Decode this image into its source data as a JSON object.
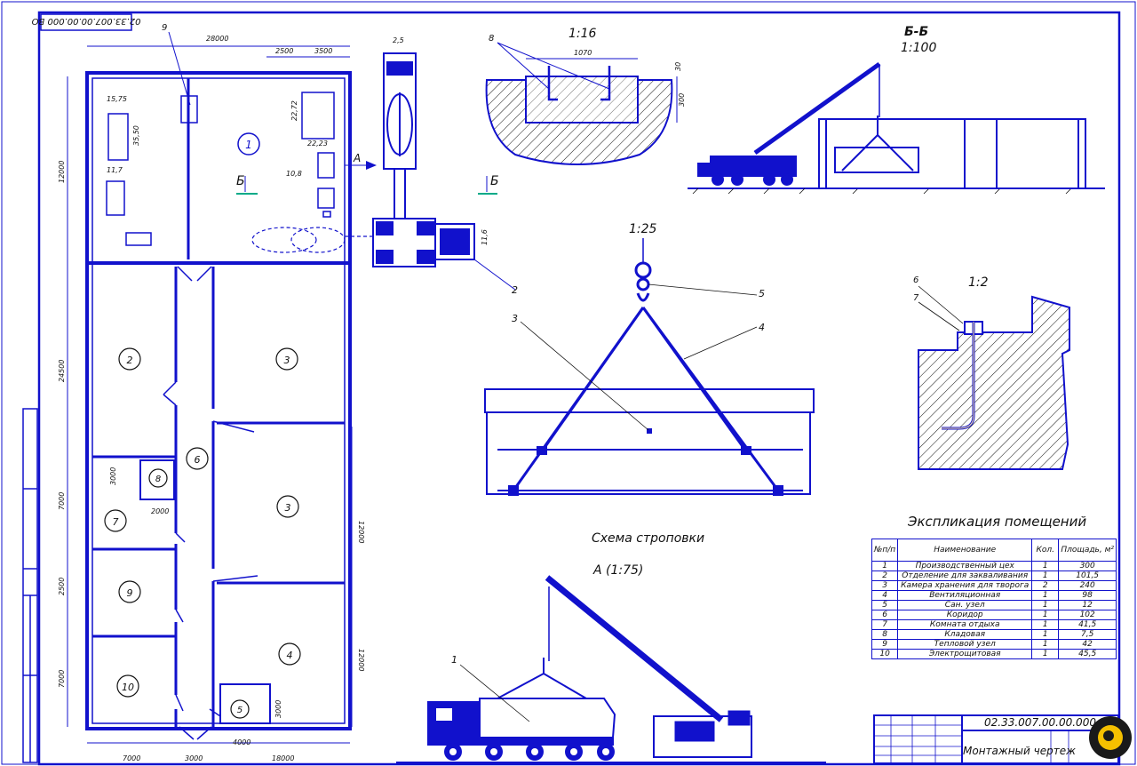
{
  "stamp": "02.33.007.00.00.000 ВО",
  "plan": {
    "dims": {
      "top_total": "28000",
      "top_a": "2500",
      "top_b": "3500",
      "left_total": "12000",
      "left_mid": "24500",
      "left_c": "7000",
      "left_d": "2500",
      "left_e": "7000",
      "bottom_a": "7000",
      "bottom_b": "3000",
      "bottom_c": "18000",
      "bottom_d": "4000",
      "right_a": "12000",
      "right_b": "12000",
      "room8_w": "3000",
      "room8_h": "2000",
      "room5_w": "3000",
      "equip_1": "15,75",
      "equip_2": "35,50",
      "equip_3": "11,7",
      "equip_4": "22,72",
      "equip_5": "22,23",
      "equip_6": "10,8",
      "crane_w": "2,5",
      "truck_w": "11,6"
    },
    "labels": {
      "section_left": "Б",
      "section_right": "Б",
      "view_a": "А"
    },
    "rooms": [
      "1",
      "2",
      "3",
      "4",
      "5",
      "6",
      "7",
      "8",
      "9",
      "10"
    ],
    "callout_9": "9",
    "callout_2": "2"
  },
  "detail_116": {
    "scale": "1:16",
    "callout": "8",
    "dim_w": "1070",
    "dim_h1": "30",
    "dim_h2": "300"
  },
  "section_bb": {
    "title": "Б-Б",
    "scale": "1:100"
  },
  "sling": {
    "scale": "1:25",
    "callout_3": "3",
    "callout_4": "4",
    "callout_5": "5",
    "caption": "Схема строповки"
  },
  "view_a": {
    "title": "А (1:75)",
    "callout_1": "1"
  },
  "detail_12": {
    "scale": "1:2",
    "callout_6": "6",
    "callout_7": "7"
  },
  "room_table": {
    "title": "Экспликация помещений",
    "headers": [
      "№п/п",
      "Наименование",
      "Кол.",
      "Площадь, м²"
    ],
    "rows": [
      [
        "1",
        "Производственный цех",
        "1",
        "300"
      ],
      [
        "2",
        "Отделение для закваливания",
        "1",
        "101,5"
      ],
      [
        "3",
        "Камера хранения для творога",
        "2",
        "240"
      ],
      [
        "4",
        "Вентиляционная",
        "1",
        "98"
      ],
      [
        "5",
        "Сан. узел",
        "1",
        "12"
      ],
      [
        "6",
        "Коридор",
        "1",
        "102"
      ],
      [
        "7",
        "Комната отдыха",
        "1",
        "41,5"
      ],
      [
        "8",
        "Кладовая",
        "1",
        "7,5"
      ],
      [
        "9",
        "Тепловой узел",
        "1",
        "42"
      ],
      [
        "10",
        "Электрощитовая",
        "1",
        "45,5"
      ]
    ]
  },
  "title_block": {
    "code": "02.33.007.00.00.000 ВО",
    "name": "Монтажный чертеж"
  }
}
